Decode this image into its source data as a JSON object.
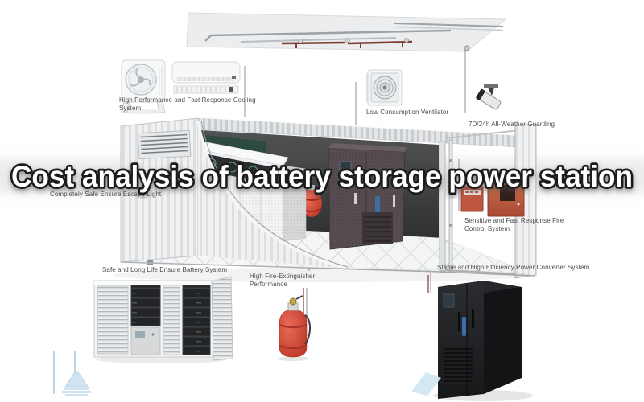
{
  "title": "Cost analysis of battery storage power station",
  "callouts": {
    "cooling": {
      "label": "High Performance and Fast Response Cooling System"
    },
    "ventilator": {
      "label": "Low Consumption Ventilator"
    },
    "guarding": {
      "label": "7D/24h All-Weather Guarding"
    },
    "escape_light": {
      "label": "Completely Safe Ensure Escape Light"
    },
    "fire_control": {
      "label": "Sensitive and Fast Response Fire Control System"
    },
    "battery": {
      "label": "Safe and Long Life Ensure Battery System"
    },
    "extinguisher": {
      "label": "High Fire-Extinguisher Performance"
    },
    "converter": {
      "label": "Stable and High Efficiency Power Converter System"
    }
  },
  "colors": {
    "background": "#ffffff",
    "title_fill": "#ffffff",
    "title_outline": "#1d1d1d",
    "label_text": "#4b4b4b",
    "leader_line": "#8d9296",
    "container_shell": "#eff0f1",
    "interior_wall": "#3c3e41",
    "converter_interior": "#554b50",
    "fire_red": "#c0392b",
    "fire_panel": "#c05640",
    "cabinet_black": "#1e2022",
    "accent_blue": "#cfe4f0"
  }
}
